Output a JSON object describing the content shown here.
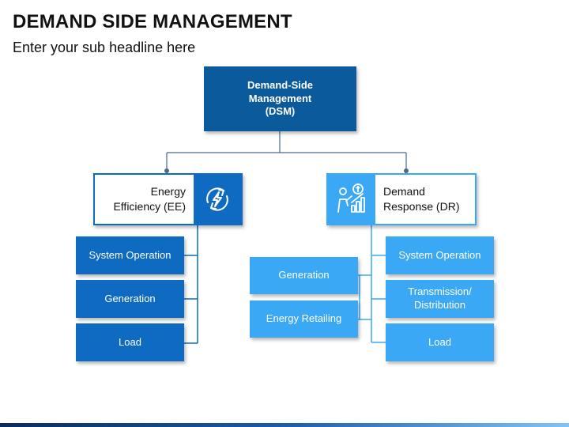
{
  "header": {
    "title": "DEMAND SIDE MANAGEMENT",
    "subtitle": "Enter your sub headline here"
  },
  "root": {
    "lines": [
      "Demand-Side",
      "Management",
      "(DSM)"
    ]
  },
  "categories": {
    "ee": {
      "lines": [
        "Energy",
        "Efficiency (EE)"
      ],
      "icon": "lightning-cycle-icon",
      "color": "#0f6bc2",
      "items": [
        "System Operation",
        "Generation",
        "Load"
      ]
    },
    "dr": {
      "lines": [
        "Demand",
        "Response (DR)"
      ],
      "icon": "growth-chart-person-icon",
      "color": "#3aa8f5",
      "left_items": [
        "Generation",
        "Energy Retailing"
      ],
      "right_items": [
        "System Operation",
        "Transmission/ Distribution",
        "Load"
      ]
    }
  },
  "colors": {
    "root": "#0a5a9c",
    "dark_blue": "#0f6bc2",
    "light_blue": "#3aa8f5",
    "connector": "#4a6b8a"
  }
}
